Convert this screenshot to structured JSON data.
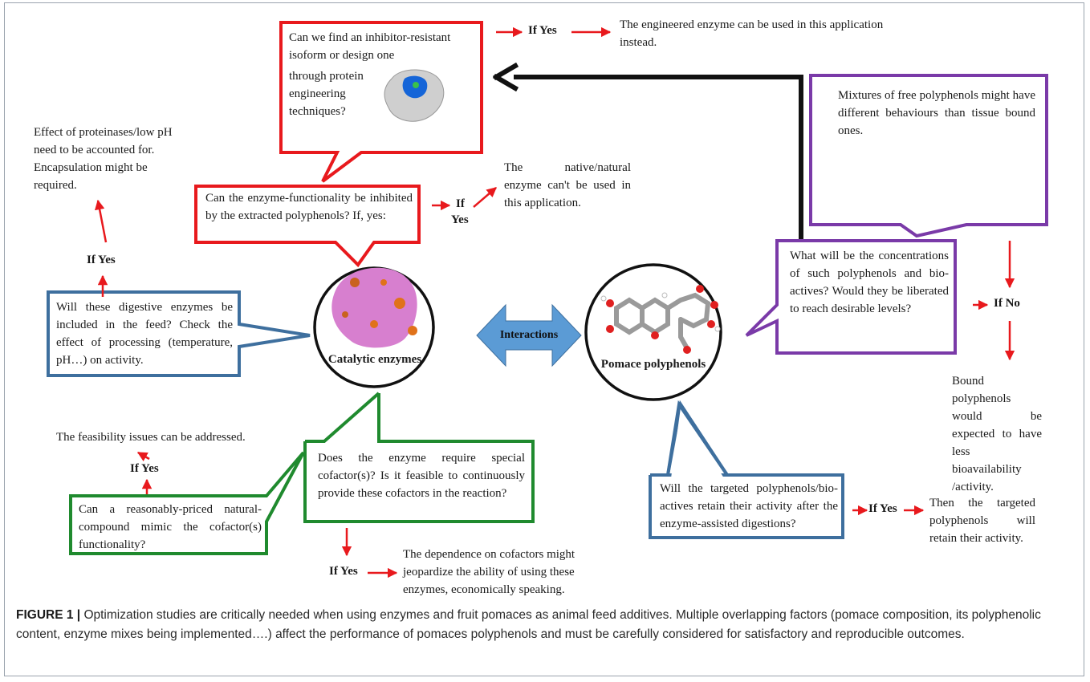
{
  "colors": {
    "red": "#e8191d",
    "green": "#1f8a2e",
    "blue": "#3e6f9e",
    "purple": "#7a3aa8",
    "black": "#111111",
    "interactions_arrow": "#5b9bd5"
  },
  "nodes": {
    "enzymes_label": "Catalytic enzymes",
    "polyphenols_label": "Pomace polyphenols",
    "interactions_label": "Interactions"
  },
  "boxes": {
    "inhibitor_isoform_line1": "Can we find an inhibitor-resistant isoform or design one",
    "inhibitor_isoform_line2": "through protein engineering techniques?",
    "inhibited": "Can the enzyme-functionality be inhibited by the extracted polyphenols? If, yes:",
    "digestive": "Will these digestive enzymes be included in the feed? Check the effect of processing (temperature, pH…) on activity.",
    "cofactor": "Does the enzyme require special cofactor(s)? Is it feasible to continuously provide these cofactors in the reaction?",
    "mimic": "Can a reasonably-priced natural-compound mimic the cofactor(s) functionality?",
    "concentrations": "What will be the concentrations of such polyphenols and bio-actives? Would they be liberated to reach desirable levels?",
    "mixtures": "Mixtures of free polyphenols might have different behaviours than tissue bound ones.",
    "retain_q": "Will the targeted polyphenols/bio-actives retain their activity after the enzyme-assisted digestions?"
  },
  "labels": {
    "if_yes": "If Yes",
    "if": "If",
    "yes": "Yes",
    "if_no": "If No"
  },
  "notes": {
    "engineered": "The engineered enzyme can be used in this application instead.",
    "native": "The native/natural enzyme can't be used in this application.",
    "proteinases": "Effect of proteinases/low pH need to be accounted for. Encapsulation might be required.",
    "feasibility": "The feasibility issues can be addressed.",
    "dependence": "The dependence on cofactors might jeopardize the ability of using these enzymes, economically speaking.",
    "bound": "Bound polyphenols would be expected to have less bioavailability /activity.",
    "retain": "Then the targeted polyphenols will retain their activity."
  },
  "caption": {
    "figure_label": "FIGURE 1 |",
    "text": " Optimization studies are critically needed when using enzymes and fruit pomaces as animal feed additives. Multiple overlapping factors (pomace composition, its polyphenolic content, enzyme mixes being implemented….) affect the performance of pomaces polyphenols and must be carefully considered for satisfactory and reproducible outcomes."
  }
}
